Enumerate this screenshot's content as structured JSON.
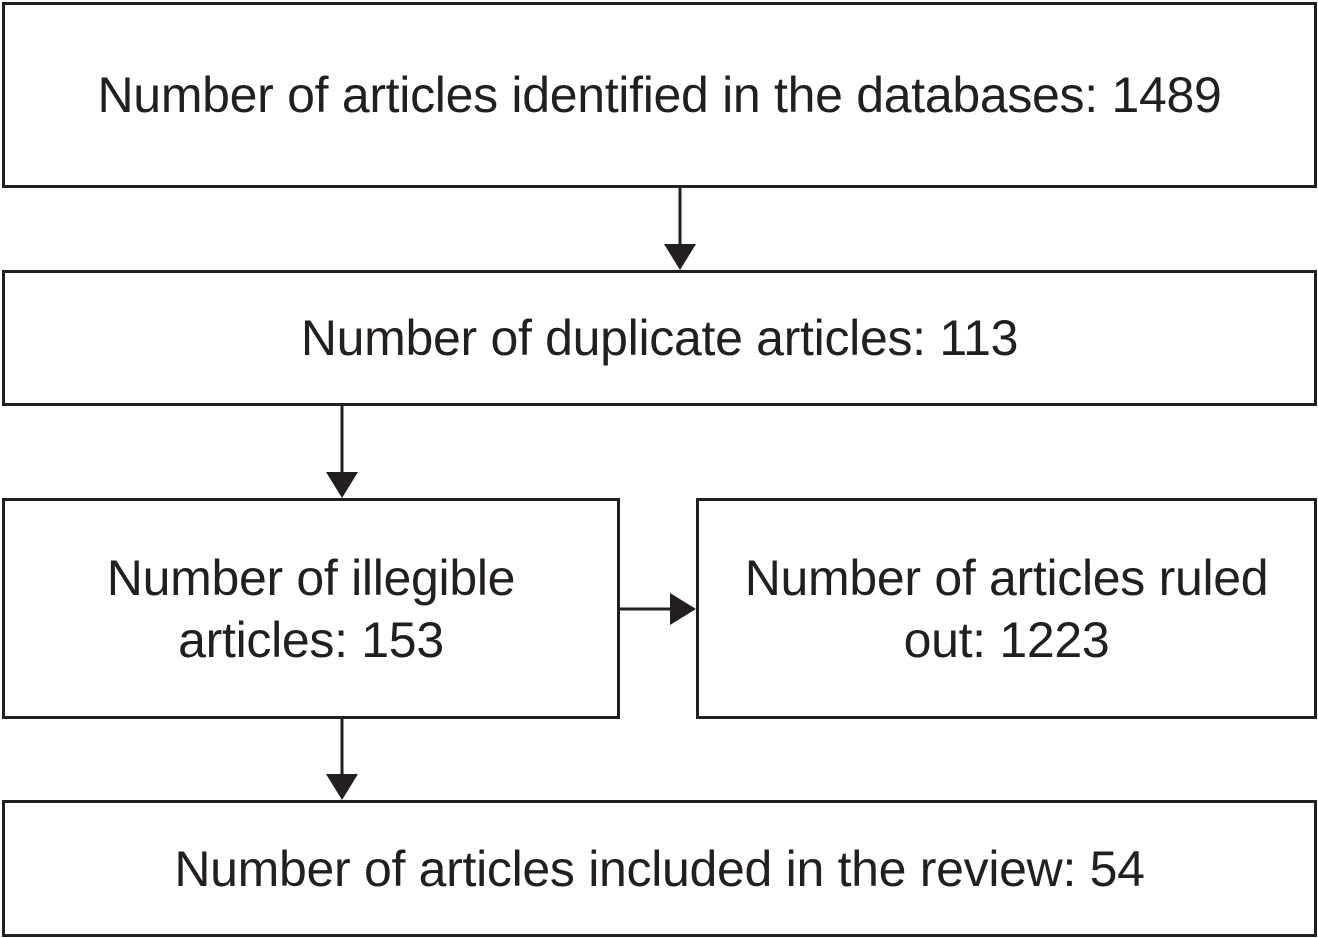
{
  "flowchart": {
    "nodes": {
      "identified": {
        "text": "Number of articles identified in the databases: 1489"
      },
      "duplicate": {
        "text": "Number of duplicate articles: 113"
      },
      "illegible": {
        "line1": "Number of illegible",
        "line2": "articles: 153"
      },
      "ruled_out": {
        "line1": "Number of articles ruled",
        "line2": "out: 1223"
      },
      "included": {
        "text": "Number of articles included in the review: 54"
      }
    },
    "edges": [
      {
        "from": "identified",
        "to": "duplicate"
      },
      {
        "from": "duplicate",
        "to": "illegible"
      },
      {
        "from": "illegible",
        "to": "ruled_out"
      },
      {
        "from": "illegible",
        "to": "included"
      }
    ],
    "colors": {
      "stroke": "#231f20",
      "background": "#ffffff"
    }
  }
}
